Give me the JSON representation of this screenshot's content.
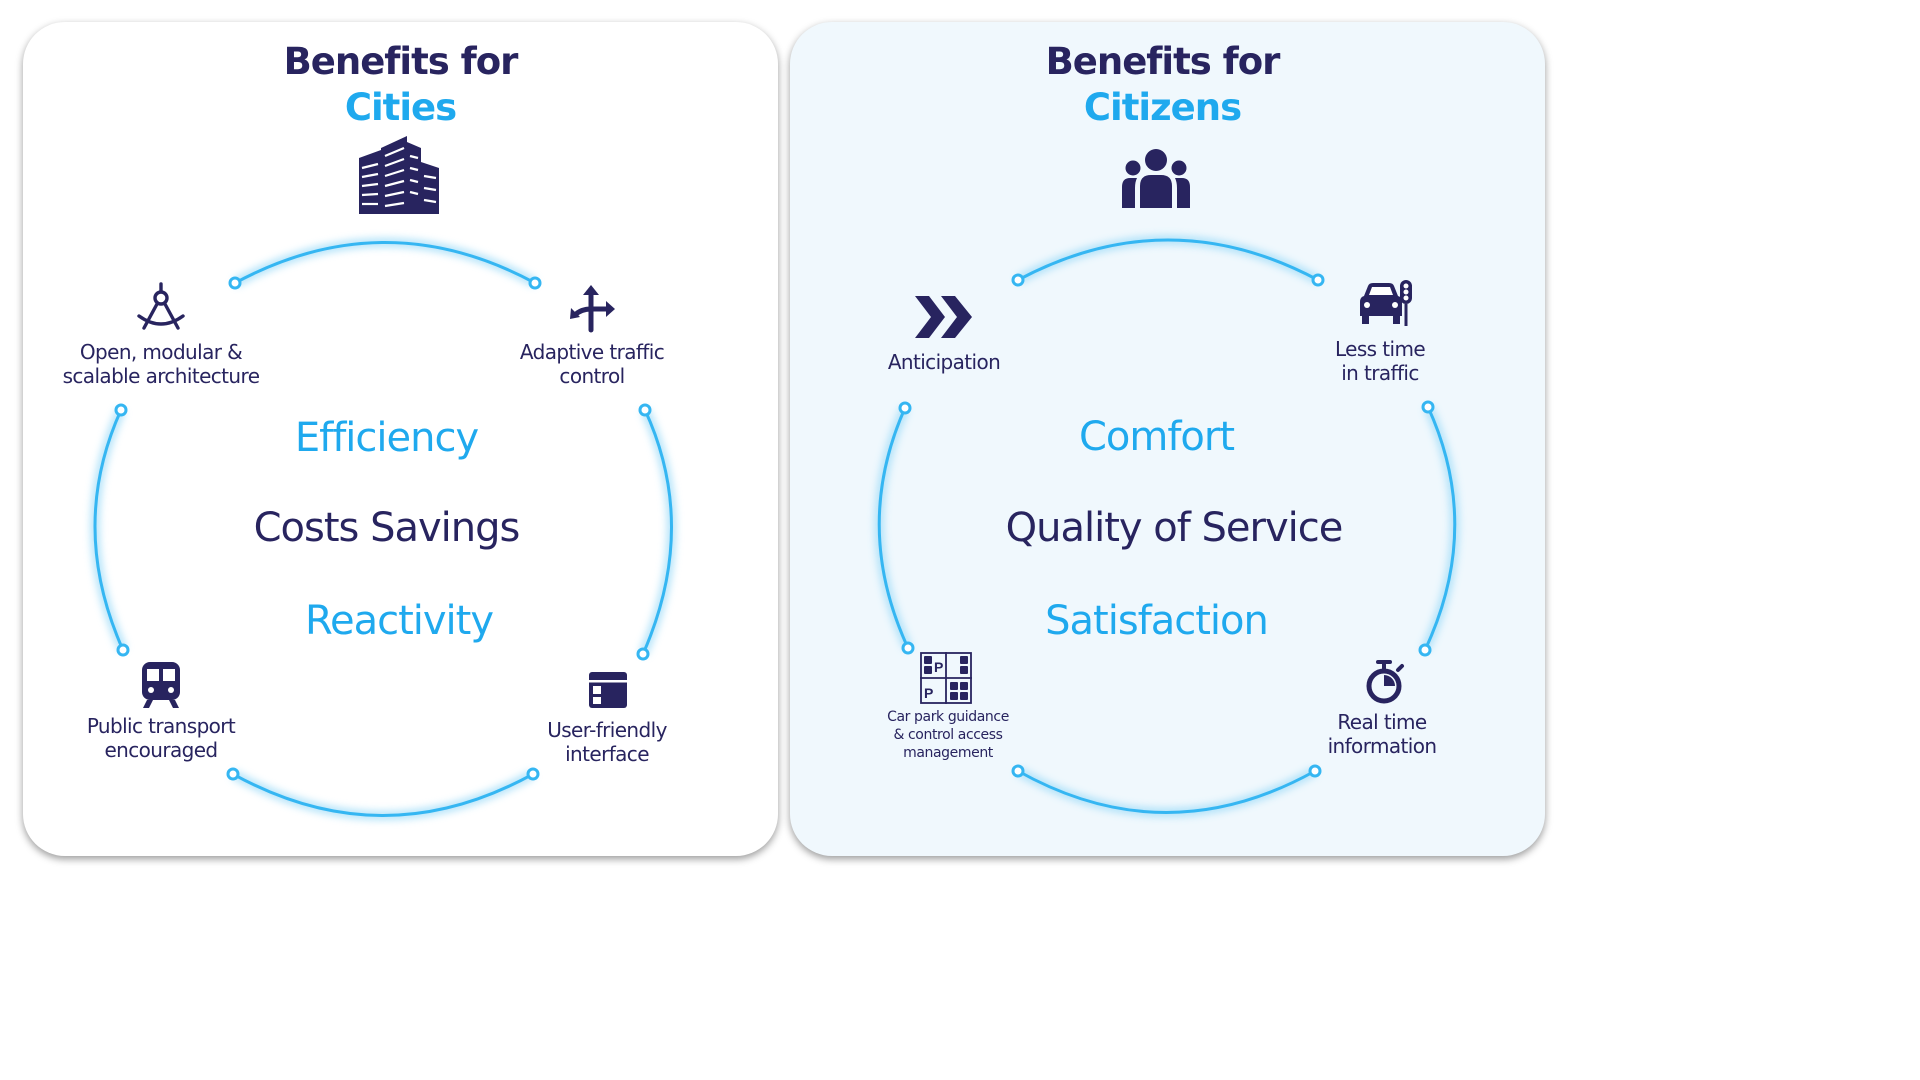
{
  "cities": {
    "title_line1": "Benefits for",
    "title_line2": "Cities",
    "icon": "buildings-icon",
    "features": [
      {
        "icon": "compass-icon",
        "line1": "Open, modular &",
        "line2": "scalable architecture"
      },
      {
        "icon": "directions-icon",
        "line1": "Adaptive traffic",
        "line2": "control"
      },
      {
        "icon": "train-icon",
        "line1": "Public transport",
        "line2": "encouraged"
      },
      {
        "icon": "interface-icon",
        "line1": "User-friendly",
        "line2": "interface"
      }
    ],
    "center_top": "Efficiency",
    "center_main": "Costs Savings",
    "center_bottom": "Reactivity"
  },
  "citizens": {
    "title_line1": "Benefits for",
    "title_line2": "Citizens",
    "icon": "people-icon",
    "features": [
      {
        "icon": "fast-forward-icon",
        "line1": "Anticipation"
      },
      {
        "icon": "car-traffic-light-icon",
        "line1": "Less time",
        "line2": "in traffic"
      },
      {
        "icon": "parking-icon",
        "line1": "Car park guidance",
        "line2": "& control access",
        "line3": "management"
      },
      {
        "icon": "stopwatch-icon",
        "line1": "Real time",
        "line2": "information"
      }
    ],
    "center_top": "Comfort",
    "center_main": "Quality of Service",
    "center_bottom": "Satisfaction"
  },
  "colors": {
    "navy": "#28245f",
    "blue": "#1fa9ee",
    "ring": "#35b6f2"
  }
}
